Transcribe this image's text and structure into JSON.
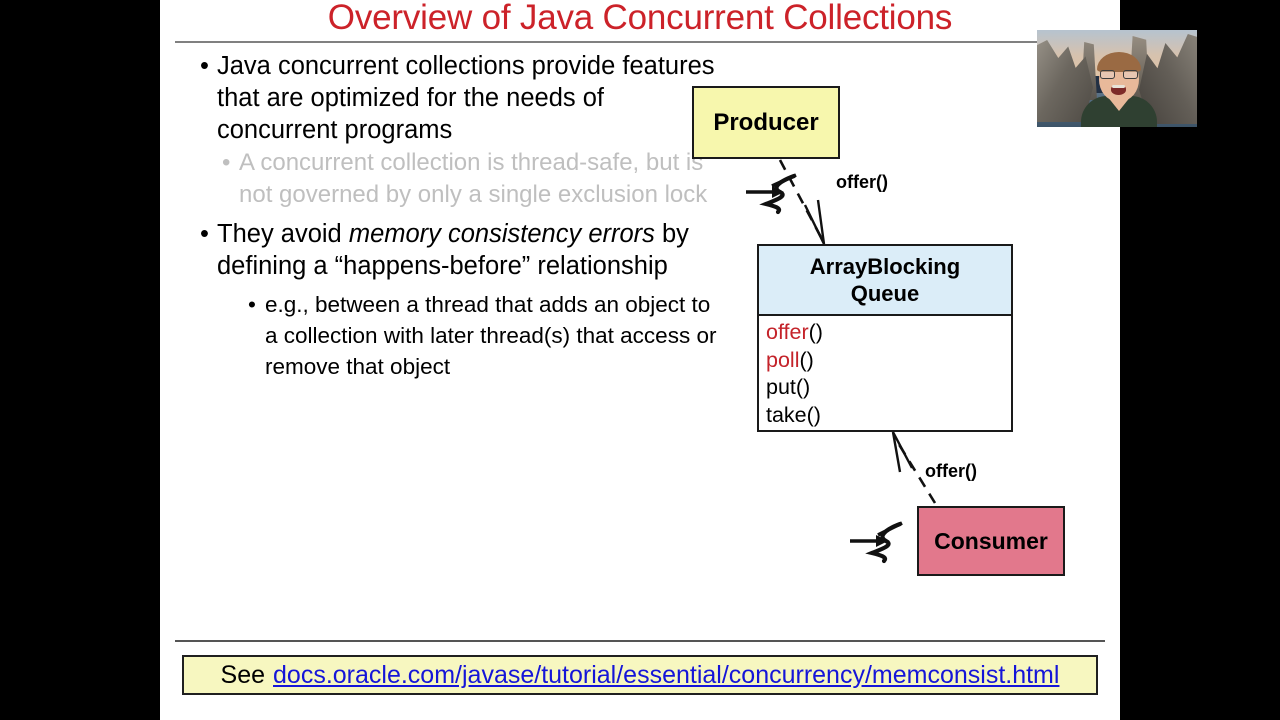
{
  "slide": {
    "title": "Overview of Java Concurrent Collections",
    "title_color": "#CC2229",
    "background": "#FFFFFF",
    "letterbox_color": "#000000"
  },
  "bullets": {
    "marker": "•",
    "items": [
      {
        "level": 1,
        "dimmed": false,
        "text": "Java concurrent collections provide features that are optimized for the needs of concurrent programs"
      },
      {
        "level": 2,
        "dimmed": true,
        "text": "A concurrent collection is thread-safe, but is not governed by only a single exclusion lock"
      },
      {
        "level": 1,
        "dimmed": false,
        "text_parts": [
          {
            "style": "normal",
            "text": "They avoid "
          },
          {
            "style": "italic",
            "text": "memory consistency errors"
          },
          {
            "style": "normal",
            "text": " by defining a “happens-before” relationship"
          }
        ],
        "text": "They avoid memory consistency errors by defining a “happens-before” relationship"
      },
      {
        "level": 3,
        "dimmed": false,
        "text": "e.g., between a thread that adds an object to a collection with later thread(s) that access or remove that object"
      }
    ]
  },
  "diagram": {
    "producer": {
      "label": "Producer",
      "fill": "#F7F7AD",
      "border": "#1A1A1A"
    },
    "queue": {
      "title_line1": "ArrayBlocking",
      "title_line2": "Queue",
      "header_fill": "#DBEDF8",
      "body_fill": "#FFFFFF",
      "border": "#1A1A1A",
      "methods": [
        {
          "name": "offer",
          "parens": "()",
          "color": "#C4232A"
        },
        {
          "name": "poll",
          "parens": "()",
          "color": "#C4232A"
        },
        {
          "name": "put",
          "parens": "()",
          "color": "#000000"
        },
        {
          "name": "take",
          "parens": "()",
          "color": "#000000"
        }
      ]
    },
    "consumer": {
      "label": "Consumer",
      "fill": "#E2788C",
      "border": "#1A1A1A"
    },
    "edges": [
      {
        "from": "producer",
        "to": "queue",
        "label": "offer()",
        "style": "dashed"
      },
      {
        "from": "consumer",
        "to": "queue",
        "label": "offer()",
        "style": "dashed"
      }
    ],
    "thread_symbols": [
      {
        "near": "producer",
        "name": "thread-squiggle"
      },
      {
        "near": "consumer",
        "name": "thread-squiggle"
      }
    ]
  },
  "footer": {
    "see_label": "See",
    "url_text": "docs.oracle.com/javase/tutorial/essential/concurrency/memconsist.html",
    "url_color": "#1515D8",
    "bar_fill": "#F7F7C0"
  },
  "webcam": {
    "description": "presenter-video-overlay"
  }
}
